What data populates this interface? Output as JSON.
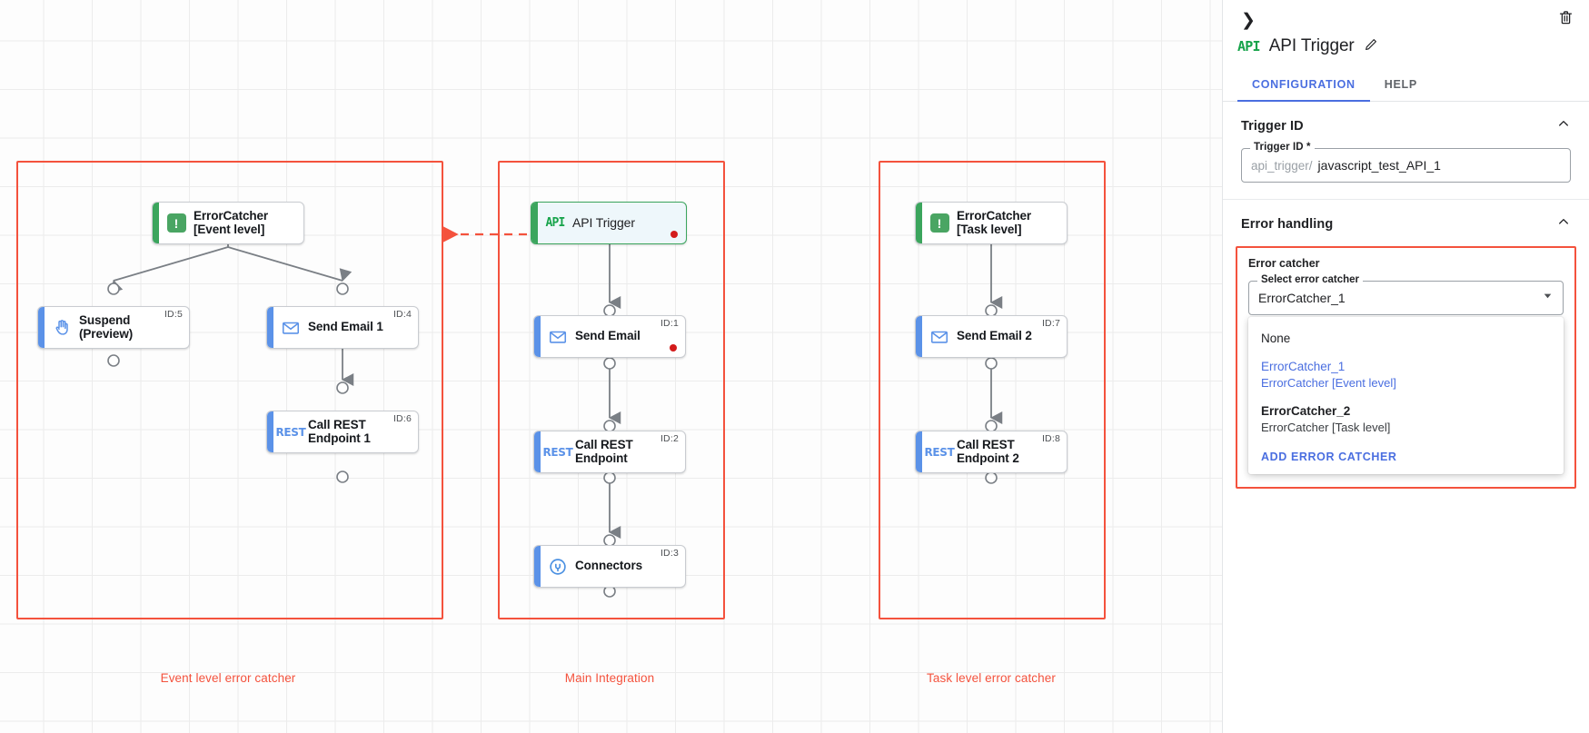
{
  "panel": {
    "collapse_icon": "chevron-right-icon",
    "delete_icon": "trash-icon",
    "node_badge": "API",
    "title": "API Trigger",
    "edit_icon": "pencil-icon",
    "tabs": [
      {
        "label": "CONFIGURATION",
        "active": true
      },
      {
        "label": "HELP",
        "active": false
      }
    ],
    "trigger_id_section": {
      "title": "Trigger ID",
      "collapse_icon": "chevron-up-icon",
      "field": {
        "legend": "Trigger ID *",
        "prefix": "api_trigger/",
        "value": "javascript_test_API_1"
      }
    },
    "error_handling_section": {
      "title": "Error handling",
      "collapse_icon": "chevron-up-icon",
      "error_catcher_label": "Error catcher",
      "select": {
        "legend": "Select error catcher",
        "value": "ErrorCatcher_1",
        "arrow_icon": "caret-down-icon"
      },
      "dropdown": {
        "options": [
          {
            "primary": "None",
            "secondary": "",
            "selected": false
          },
          {
            "primary": "ErrorCatcher_1",
            "secondary": "ErrorCatcher [Event level]",
            "selected": true
          },
          {
            "primary": "ErrorCatcher_2",
            "secondary": "ErrorCatcher [Task level]",
            "selected": false
          }
        ],
        "action": "ADD ERROR CATCHER"
      }
    }
  },
  "canvas": {
    "groups": [
      {
        "label": "Event level error catcher"
      },
      {
        "label": "Main Integration"
      },
      {
        "label": "Task level error catcher"
      }
    ],
    "nodes": {
      "error_catcher_event": {
        "label": "ErrorCatcher\n[Event level]",
        "icon": "error-catcher-icon",
        "id_badge": ""
      },
      "suspend": {
        "label": "Suspend\n(Preview)",
        "icon": "hand-icon",
        "id_badge": "ID:5"
      },
      "send_email_1": {
        "label": "Send Email 1",
        "icon": "envelope-icon",
        "id_badge": "ID:4"
      },
      "call_rest_1": {
        "label": "Call REST\nEndpoint 1",
        "icon": "rest-icon",
        "id_badge": "ID:6"
      },
      "api_trigger": {
        "label": "API Trigger",
        "icon": "api-icon",
        "id_badge": "",
        "status_dot": "red"
      },
      "send_email": {
        "label": "Send Email",
        "icon": "envelope-icon",
        "id_badge": "ID:1",
        "status_dot": "red"
      },
      "call_rest": {
        "label": "Call REST\nEndpoint",
        "icon": "rest-icon",
        "id_badge": "ID:2"
      },
      "connectors": {
        "label": "Connectors",
        "icon": "connectors-icon",
        "id_badge": "ID:3"
      },
      "error_catcher_task": {
        "label": "ErrorCatcher\n[Task level]",
        "icon": "error-catcher-icon",
        "id_badge": ""
      },
      "send_email_2": {
        "label": "Send Email 2",
        "icon": "envelope-icon",
        "id_badge": "ID:7"
      },
      "call_rest_2": {
        "label": "Call REST\nEndpoint 2",
        "icon": "rest-icon",
        "id_badge": "ID:8"
      }
    }
  },
  "colors": {
    "accent_blue": "#5b92e8",
    "accent_green": "#3ba55d",
    "error_red": "#f4523d",
    "status_red": "#d31b1b",
    "link_blue": "#4a6ee0"
  }
}
